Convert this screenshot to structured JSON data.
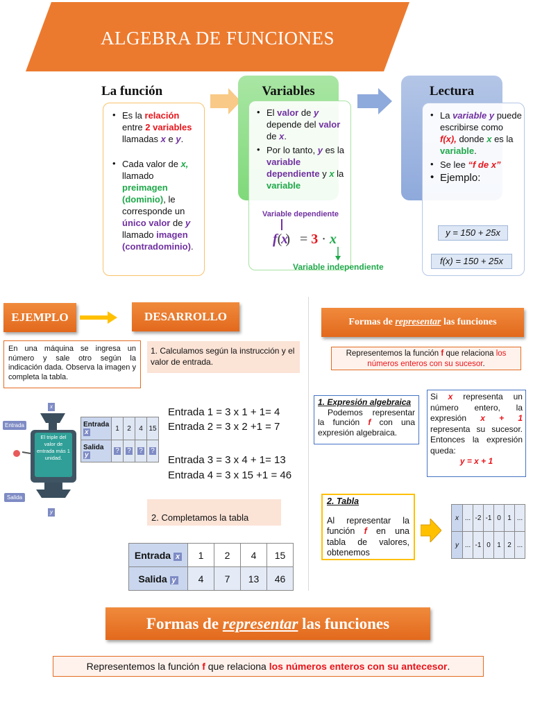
{
  "header": {
    "title": "ALGEBRA DE  FUNCIONES"
  },
  "funcion": {
    "title": "La función",
    "b1": [
      "Es la ",
      "relación",
      " entre ",
      "2 variables",
      " llamadas ",
      "x",
      " e ",
      "y",
      "."
    ],
    "b2": [
      "Cada valor de ",
      "x,",
      " llamado ",
      "preimagen (dominio)",
      ", le corresponde un ",
      "único valor",
      " de ",
      "y",
      " llamado ",
      "imagen (contradominio)",
      "."
    ]
  },
  "variables": {
    "title": "Variables",
    "b1": [
      "El ",
      "valor",
      " de ",
      "y",
      " depende del ",
      "valor",
      " de ",
      "x",
      "."
    ],
    "b2": [
      "Por lo tanto, ",
      "y",
      " es la ",
      "variable dependiente",
      " y ",
      "x",
      " la ",
      "variable"
    ],
    "dep_label": "Variable dependiente",
    "ind_label": "Variable independiente",
    "formula": {
      "f": "f",
      "paren": "( )",
      "x": "x",
      "eq": "=",
      "three": "3",
      "dot": "·",
      "x2": "x"
    }
  },
  "lectura": {
    "title": "Lectura",
    "b1": [
      "La ",
      "variable y",
      " puede escribirse como ",
      "f(x),",
      " donde ",
      "x",
      " es la ",
      "variable",
      "."
    ],
    "b2": [
      "Se lee ",
      "“f de x”"
    ],
    "b3": "Ejemplo:",
    "eq1": "y = 150 + 25x",
    "eq2": "f(x) = 150 + 25x"
  },
  "ejemplo": {
    "tab": "EJEMPLO",
    "text": "En una máquina se ingresa un número y sale otro según la indicación dada. Observa la imagen y completa la tabla.",
    "machine": {
      "entrada": "Entrada",
      "salida": "Salida",
      "x": "x",
      "y": "y",
      "screen": "El triple del valor de entrada más 1 unidad.",
      "tbl_in": "Entrada",
      "tbl_out": "Salida",
      "tbl_x": "x",
      "tbl_y": "y",
      "inputs": [
        "1",
        "2",
        "4",
        "15"
      ],
      "outputs": [
        "?",
        "?",
        "?",
        "?"
      ]
    }
  },
  "desarrollo": {
    "tab": "DESARROLLO",
    "step1": "1. Calculamos según la instrucción y el valor de entrada.",
    "lines": [
      "Entrada 1 = 3 x 1 + 1= 4",
      "Entrada 2 = 3 x 2 +1 = 7",
      "Entrada 3 = 3 x 4 + 1= 13",
      "Entrada 4 = 3 x 15 +1 = 46"
    ],
    "step2": "2. Completamos la tabla",
    "table": {
      "in": "Entrada",
      "out": "Salida",
      "x": "x",
      "y": "y",
      "inputs": [
        "1",
        "2",
        "4",
        "15"
      ],
      "outputs": [
        "4",
        "7",
        "13",
        "46"
      ]
    }
  },
  "formas_right": {
    "tab": [
      "Formas de ",
      "representar",
      " las funciones"
    ],
    "intro": [
      "Representemos la función ",
      "f",
      " que relaciona ",
      "los números enteros con su sucesor",
      "."
    ],
    "expr_title": "1. Expresión algebraica",
    "expr_text": [
      "Podemos representar la función ",
      "f",
      " con una expresión algebraica."
    ],
    "expr_right": [
      "Si ",
      "x",
      " representa un número entero, la expresión ",
      "x + 1",
      " representa su sucesor. Entonces la expresión queda:"
    ],
    "expr_result": "y = x + 1",
    "tabla_title": "2. Tabla",
    "tabla_text": [
      "Al representar la función ",
      "f",
      " en una tabla de valores, obtenemos"
    ],
    "tbl": {
      "x_label": "x",
      "y_label": "y",
      "xs": [
        "...",
        "-2",
        "-1",
        "0",
        "1",
        "..."
      ],
      "ys": [
        "...",
        "-1",
        "0",
        "1",
        "2",
        "..."
      ]
    }
  },
  "formas_bottom": {
    "tab": [
      "Formas de ",
      "representar",
      " las funciones"
    ],
    "intro": [
      "Representemos la función ",
      "f",
      " que relaciona ",
      "los números enteros con su antecesor",
      "."
    ]
  }
}
